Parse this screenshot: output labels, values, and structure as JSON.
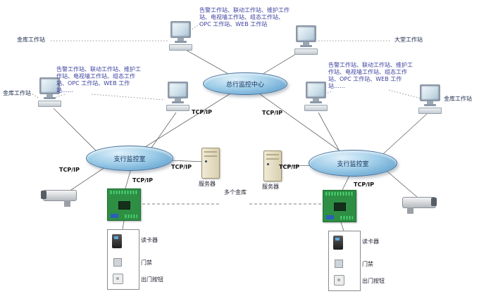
{
  "nodes": {
    "top_network": "总行监控中心",
    "left_network": "支行监控室",
    "right_network": "支行监控室"
  },
  "protocol_label": "TCP/IP",
  "stations": {
    "top_left": "金库工作站",
    "top_right": "大堂工作站",
    "mid_left": "金库工作站",
    "mid_right": "金库工作站"
  },
  "workstation_lists": {
    "top": "告警工作站、联动工作站、维护工作站、电视墙工作站、组态工作站、OPC 工作站、WEB 工作站",
    "left": "告警工作站、联动工作站、维护工作站、电视墙工作站、组态工作站、OPC 工作站、WEB 工作站……",
    "right": "告警工作站、联动工作站、维护工作站、电视墙工作站、组态工作站、OPC 工作站、WEB 工作站……"
  },
  "servers": {
    "left": "服务器",
    "right": "服务器"
  },
  "annotations": {
    "multi_vault": "多个金库"
  },
  "access_devices": {
    "left": [
      "读卡器",
      "门禁",
      "出门按钮"
    ],
    "right": [
      "读卡器",
      "门禁",
      "出门按钮"
    ]
  },
  "colors": {
    "network_fill": "#7db9dd",
    "board_green": "#2e8f44",
    "line": "#666666"
  }
}
